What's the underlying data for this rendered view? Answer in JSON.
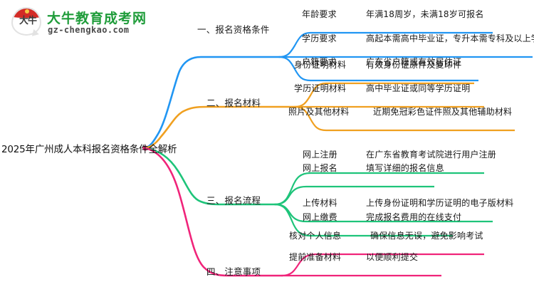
{
  "logo": {
    "mark_text": "大牛",
    "name": "大牛教育成考网",
    "url": "gz-chengkao.com"
  },
  "mindmap": {
    "root": "2025年广州成人本科报名资格条件全解析",
    "colors": {
      "blue": "#2196f3",
      "orange": "#f0a020",
      "green": "#1ec47a",
      "pink": "#f0247a"
    },
    "branches": [
      {
        "id": "branch-1",
        "label": "一、报名资格条件",
        "color": "#2196f3",
        "children": [
          {
            "label": "年龄要求",
            "detail": "年满18周岁，未满18岁可报名"
          },
          {
            "label": "学历要求",
            "detail": "高起本需高中毕业证，专升本需专科及以上学历"
          },
          {
            "label": "户籍要求",
            "detail": "广东省户籍或有效居住证"
          }
        ]
      },
      {
        "id": "branch-2",
        "label": "二、报名材料",
        "color": "#f0a020",
        "children": [
          {
            "label": "身份证明材料",
            "detail": "有效身份证原件及复印件"
          },
          {
            "label": "学历证明材料",
            "detail": "高中毕业证或同等学历证明"
          },
          {
            "label": "照片及其他材料",
            "detail": "近期免冠彩色证件照及其他辅助材料"
          }
        ]
      },
      {
        "id": "branch-3",
        "label": "三、报名流程",
        "color": "#1ec47a",
        "children": [
          {
            "label": "网上注册",
            "detail": "在广东省教育考试院进行用户注册"
          },
          {
            "label": "网上报名",
            "detail": "填写详细的报名信息"
          },
          {
            "label": "上传材料",
            "detail": "上传身份证明和学历证明的电子版材料"
          },
          {
            "label": "网上缴费",
            "detail": "完成报名费用的在线支付"
          }
        ]
      },
      {
        "id": "branch-4",
        "label": "四、注意事项",
        "color": "#f0247a",
        "children": [
          {
            "label": "核对个人信息",
            "detail": "确保信息无误，避免影响考试"
          },
          {
            "label": "提前准备材料",
            "detail": "以便顺利提交"
          }
        ]
      }
    ]
  }
}
